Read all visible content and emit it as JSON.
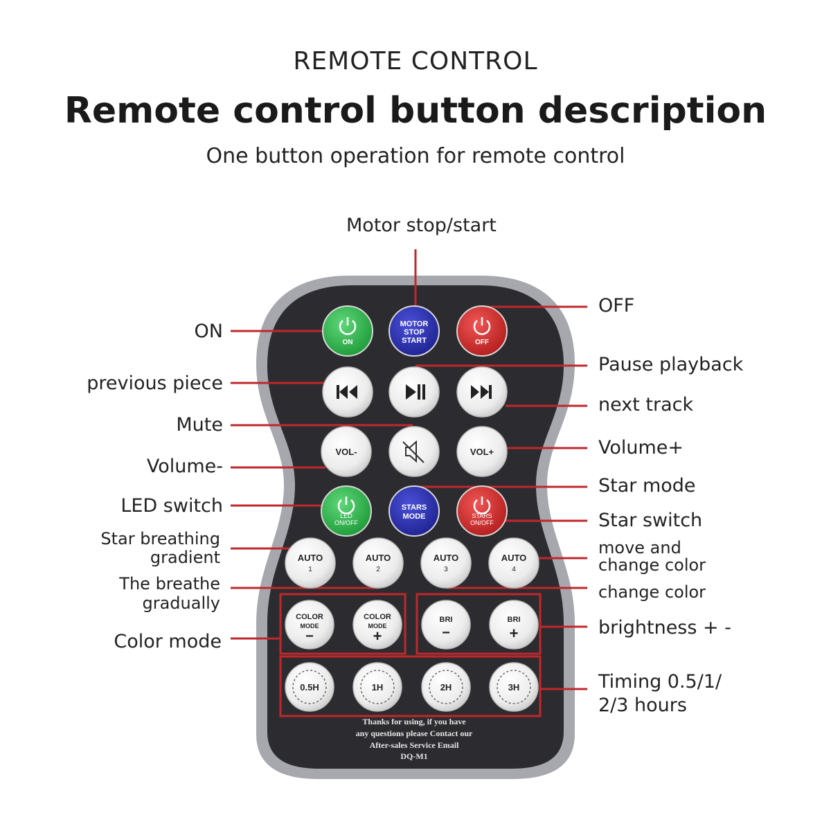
{
  "header": {
    "eyebrow": "REMOTE CONTROL",
    "title": "Remote control button description",
    "subtitle": "One button operation for remote control"
  },
  "labels": {
    "motor": "Motor stop/start",
    "off": "OFF",
    "on": "ON",
    "pause": "Pause playback",
    "previous": "previous piece",
    "next": "next track",
    "mute": "Mute",
    "volume_plus": "Volume+",
    "volume_minus": "Volume-",
    "star_mode": "Star mode",
    "led_switch": "LED switch",
    "star_switch": "Star switch",
    "star_breathing_1": "Star breathing",
    "star_breathing_2": "gradient",
    "move_change_1": "move and",
    "move_change_2": "change color",
    "breathe_1": "The breathe",
    "breathe_2": "gradually",
    "change_color": "change color",
    "color_mode": "Color mode",
    "brightness": "brightness + -",
    "timing_1": "Timing 0.5/1/",
    "timing_2": "2/3 hours"
  },
  "buttons": {
    "on": {
      "icon": "power-icon",
      "text": "ON",
      "color": "#2db34a"
    },
    "motor": {
      "l1": "MOTOR",
      "l2": "STOP",
      "l3": "START",
      "color": "#2b2fae"
    },
    "off": {
      "icon": "power-icon",
      "text": "OFF",
      "color": "#d42a2a"
    },
    "prev": {
      "icon": "previous-track-icon"
    },
    "play": {
      "icon": "play-pause-icon"
    },
    "next": {
      "icon": "next-track-icon"
    },
    "vol_minus": {
      "text": "VOL-"
    },
    "mute": {
      "icon": "mute-icon"
    },
    "vol_plus": {
      "text": "VOL+"
    },
    "led": {
      "icon": "power-icon",
      "l1": "LED",
      "l2": "ON/OFF",
      "color": "#2db34a"
    },
    "stars_mode": {
      "l1": "STARS",
      "l2": "MODE",
      "color": "#2b2fae"
    },
    "stars_onoff": {
      "icon": "power-icon",
      "l1": "STARS",
      "l2": "ON/OFF",
      "color": "#d42a2a"
    },
    "auto1": {
      "l1": "AUTO",
      "l2": "1"
    },
    "auto2": {
      "l1": "AUTO",
      "l2": "2"
    },
    "auto3": {
      "l1": "AUTO",
      "l2": "3"
    },
    "auto4": {
      "l1": "AUTO",
      "l2": "4"
    },
    "color_minus": {
      "l1": "COLOR",
      "l2": "MODE",
      "l3": "−"
    },
    "color_plus": {
      "l1": "COLOR",
      "l2": "MODE",
      "l3": "+"
    },
    "bri_minus": {
      "l1": "BRI",
      "l2": "−"
    },
    "bri_plus": {
      "l1": "BRI",
      "l2": "+"
    },
    "t05": {
      "text": "0.5H"
    },
    "t1": {
      "text": "1H"
    },
    "t2": {
      "text": "2H"
    },
    "t3": {
      "text": "3H"
    }
  },
  "footer_text": {
    "l1": "Thanks for using, if you have",
    "l2": "any questions please Contact our",
    "l3": "After-sales Service Email",
    "l4": "DQ-M1"
  },
  "colors": {
    "leader_line": "#c0272d",
    "remote_body": "#2b2b2f",
    "remote_edge": "#9a9ca3",
    "white_button": "#f2f2f2"
  }
}
